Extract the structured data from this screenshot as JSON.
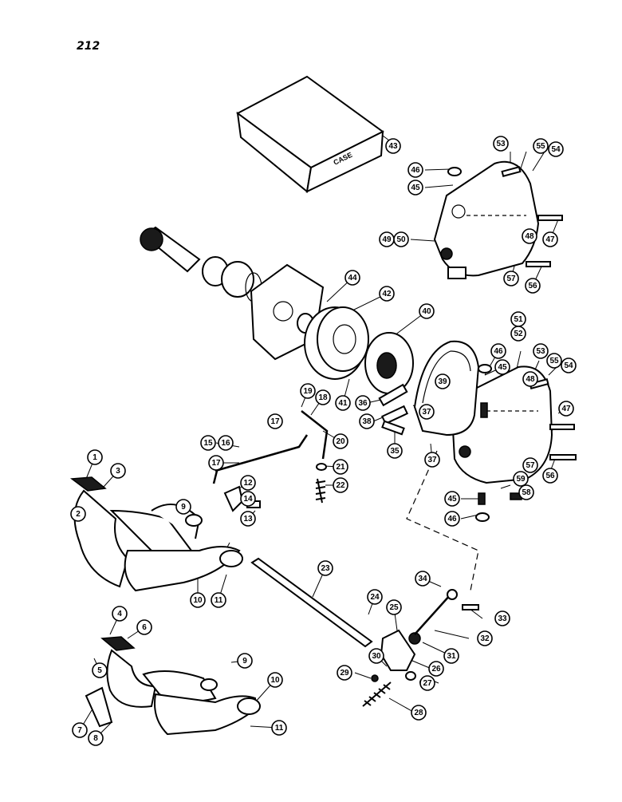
{
  "page_number": "212",
  "box_label": "CASE",
  "callouts": [
    {
      "id": "c1",
      "label": "1"
    },
    {
      "id": "c2",
      "label": "2"
    },
    {
      "id": "c3",
      "label": "3"
    },
    {
      "id": "c4",
      "label": "4"
    },
    {
      "id": "c5",
      "label": "5"
    },
    {
      "id": "c6",
      "label": "6"
    },
    {
      "id": "c7",
      "label": "7"
    },
    {
      "id": "c8",
      "label": "8"
    },
    {
      "id": "c9a",
      "label": "9"
    },
    {
      "id": "c9b",
      "label": "9"
    },
    {
      "id": "c10a",
      "label": "10"
    },
    {
      "id": "c10b",
      "label": "10"
    },
    {
      "id": "c11a",
      "label": "11"
    },
    {
      "id": "c11b",
      "label": "11"
    },
    {
      "id": "c12",
      "label": "12"
    },
    {
      "id": "c13",
      "label": "13"
    },
    {
      "id": "c14",
      "label": "14"
    },
    {
      "id": "c15",
      "label": "15"
    },
    {
      "id": "c16",
      "label": "16"
    },
    {
      "id": "c17a",
      "label": "17"
    },
    {
      "id": "c17b",
      "label": "17"
    },
    {
      "id": "c18",
      "label": "18"
    },
    {
      "id": "c19",
      "label": "19"
    },
    {
      "id": "c20",
      "label": "20"
    },
    {
      "id": "c21",
      "label": "21"
    },
    {
      "id": "c22",
      "label": "22"
    },
    {
      "id": "c23",
      "label": "23"
    },
    {
      "id": "c24",
      "label": "24"
    },
    {
      "id": "c25",
      "label": "25"
    },
    {
      "id": "c26",
      "label": "26"
    },
    {
      "id": "c27",
      "label": "27"
    },
    {
      "id": "c28",
      "label": "28"
    },
    {
      "id": "c29",
      "label": "29"
    },
    {
      "id": "c30",
      "label": "30"
    },
    {
      "id": "c31",
      "label": "31"
    },
    {
      "id": "c32",
      "label": "32"
    },
    {
      "id": "c33",
      "label": "33"
    },
    {
      "id": "c34",
      "label": "34"
    },
    {
      "id": "c35",
      "label": "35"
    },
    {
      "id": "c36",
      "label": "36"
    },
    {
      "id": "c37a",
      "label": "37"
    },
    {
      "id": "c37b",
      "label": "37"
    },
    {
      "id": "c38",
      "label": "38"
    },
    {
      "id": "c39",
      "label": "39"
    },
    {
      "id": "c40",
      "label": "40"
    },
    {
      "id": "c41",
      "label": "41"
    },
    {
      "id": "c42",
      "label": "42"
    },
    {
      "id": "c43",
      "label": "43"
    },
    {
      "id": "c44",
      "label": "44"
    },
    {
      "id": "c45a",
      "label": "45"
    },
    {
      "id": "c45b",
      "label": "45"
    },
    {
      "id": "c45c",
      "label": "45"
    },
    {
      "id": "c46a",
      "label": "46"
    },
    {
      "id": "c46b",
      "label": "46"
    },
    {
      "id": "c46c",
      "label": "46"
    },
    {
      "id": "c47a",
      "label": "47"
    },
    {
      "id": "c47b",
      "label": "47"
    },
    {
      "id": "c48a",
      "label": "48"
    },
    {
      "id": "c48b",
      "label": "48"
    },
    {
      "id": "c49",
      "label": "49"
    },
    {
      "id": "c50",
      "label": "50"
    },
    {
      "id": "c51",
      "label": "51"
    },
    {
      "id": "c52",
      "label": "52"
    },
    {
      "id": "c53a",
      "label": "53"
    },
    {
      "id": "c53b",
      "label": "53"
    },
    {
      "id": "c54a",
      "label": "54"
    },
    {
      "id": "c54b",
      "label": "54"
    },
    {
      "id": "c55a",
      "label": "55"
    },
    {
      "id": "c55b",
      "label": "55"
    },
    {
      "id": "c56a",
      "label": "56"
    },
    {
      "id": "c56b",
      "label": "56"
    },
    {
      "id": "c57a",
      "label": "57"
    },
    {
      "id": "c57b",
      "label": "57"
    },
    {
      "id": "c58",
      "label": "58"
    },
    {
      "id": "c59",
      "label": "59"
    }
  ]
}
